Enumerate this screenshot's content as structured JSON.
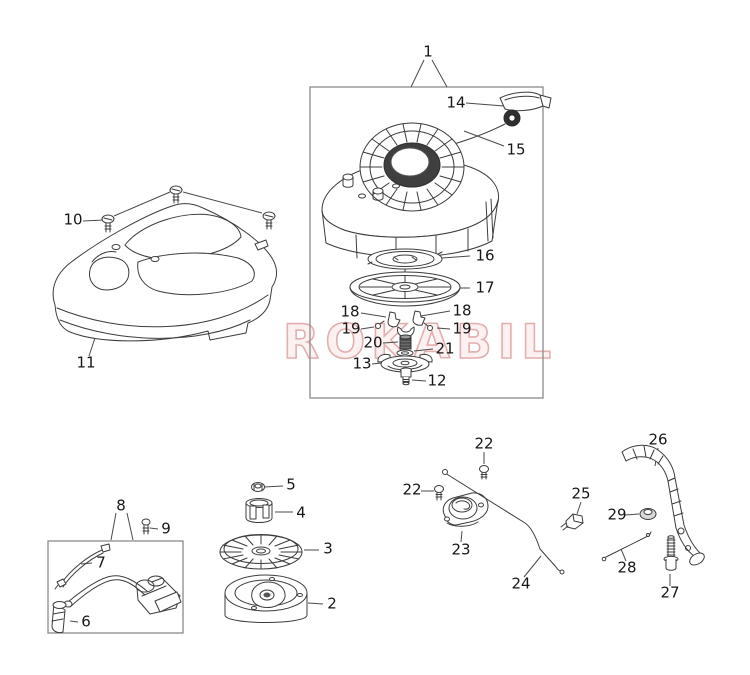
{
  "watermark": "ROKABIL",
  "callouts": {
    "assembly": "1",
    "flywheel": "2",
    "fan": "3",
    "starter_cup": "4",
    "nut": "5",
    "plug_cap": "6",
    "stop_wire": "7",
    "coil_assembly": "8",
    "coil_screw": "9",
    "cover_screw": "10",
    "engine_cover": "11",
    "pulley_bolt": "12",
    "friction_plate": "13",
    "starter_handle": "14",
    "starter_rope": "15",
    "retainer": "16",
    "rope_pulley": "17",
    "pawl": "18",
    "pawl_spring": "19",
    "spring_bushing": "20",
    "washer": "21",
    "screw": "22",
    "cap": "23",
    "throttle_rod": "24",
    "clip": "25",
    "control_lever": "26",
    "lever_bolt": "27",
    "link_rod": "28",
    "lever_nut": "29"
  }
}
